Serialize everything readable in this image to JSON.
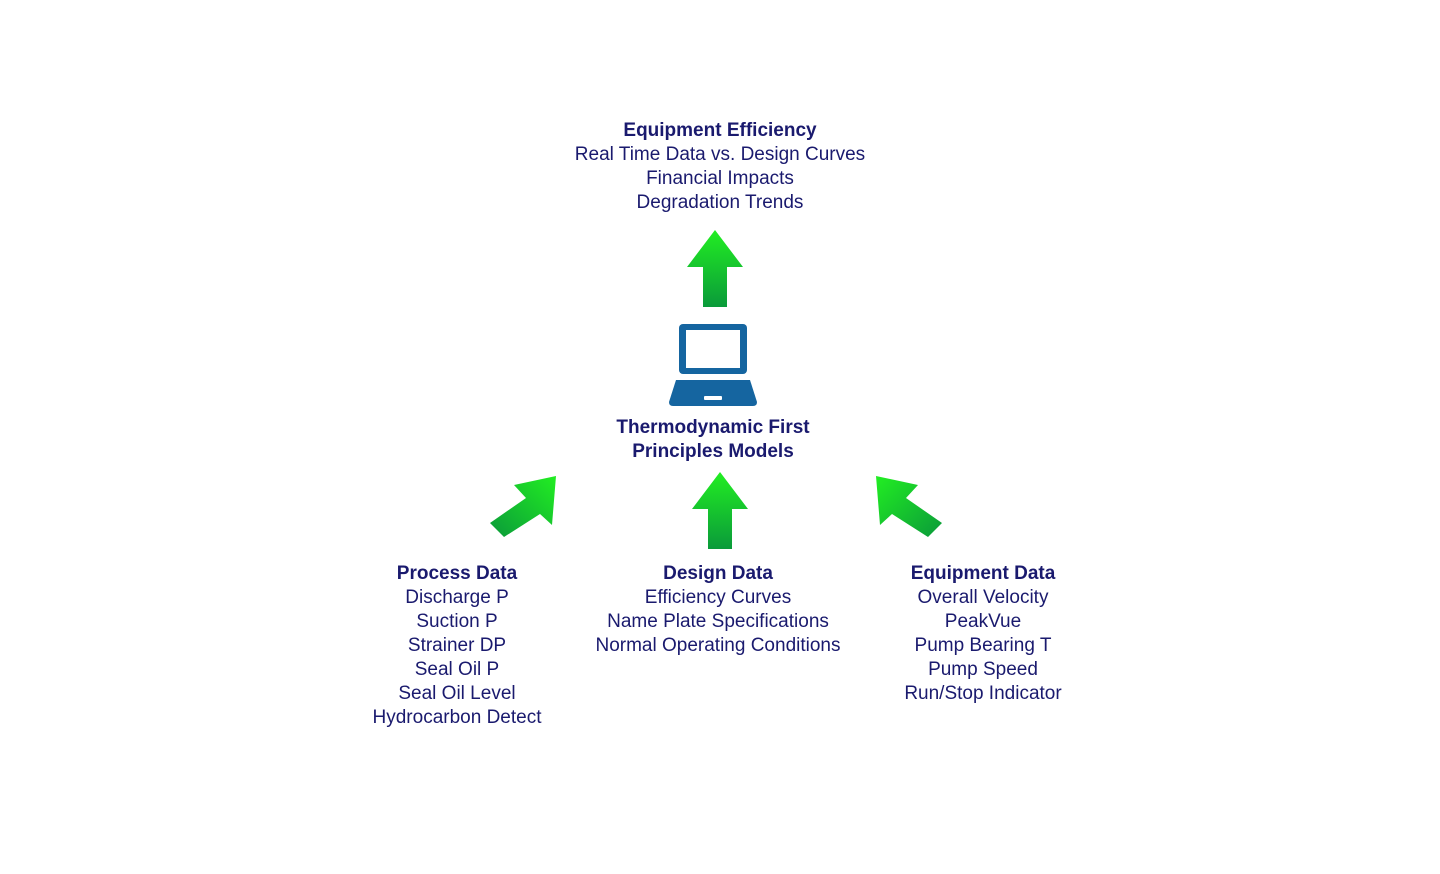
{
  "output": {
    "title": "Equipment Efficiency",
    "lines": [
      "Real Time Data vs. Design Curves",
      "Financial Impacts",
      "Degradation Trends"
    ]
  },
  "center": {
    "icon": "laptop-icon",
    "title_line1": "Thermodynamic First",
    "title_line2": "Principles Models"
  },
  "inputs": [
    {
      "title": "Process Data",
      "lines": [
        "Discharge P",
        "Suction P",
        "Strainer DP",
        "Seal Oil P",
        "Seal Oil Level",
        "Hydrocarbon Detect"
      ]
    },
    {
      "title": "Design Data",
      "lines": [
        "Efficiency Curves",
        "Name Plate Specifications",
        "Normal Operating Conditions"
      ]
    },
    {
      "title": "Equipment Data",
      "lines": [
        "Overall Velocity",
        "PeakVue",
        "Pump Bearing T",
        "Pump Speed",
        "Run/Stop Indicator"
      ]
    }
  ],
  "colors": {
    "text": "#1a1a6e",
    "arrow_top": "#22ee22",
    "arrow_bottom": "#0a9a3a",
    "laptop": "#1565a0"
  }
}
